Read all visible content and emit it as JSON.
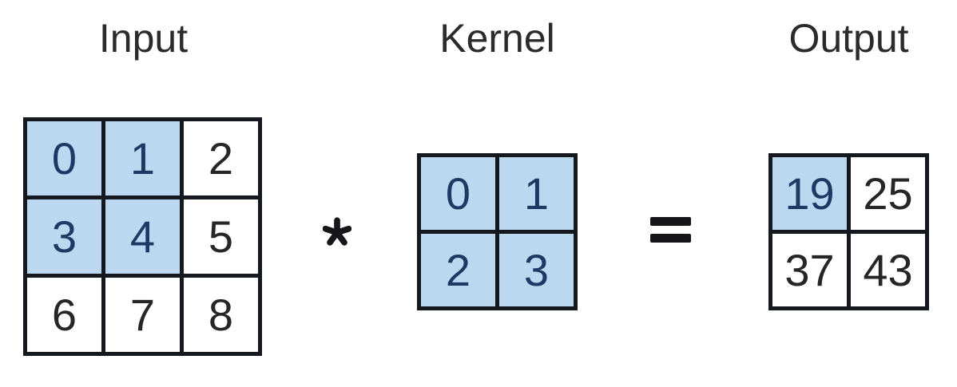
{
  "diagram": {
    "type": "convolution-example",
    "labels": {
      "input": "Input",
      "kernel": "Kernel",
      "output": "Output"
    },
    "operators": {
      "convolution": {
        "symbol": "*",
        "icon": "asterisk-operator-icon"
      },
      "equality": {
        "symbol": "=",
        "icon": "equals-operator-icon"
      }
    },
    "colors": {
      "background": "#ffffff",
      "grid_line": "#15181e",
      "cell_fill": "#ffffff",
      "highlight_fill": "#bcd8f0",
      "cell_text": "#262626",
      "highlight_text": "#1f3864",
      "title_text": "#2b2b2b",
      "operator_color": "#16161a"
    },
    "grids": {
      "input": {
        "rows": 3,
        "cols": 3,
        "cells": [
          {
            "value": "0",
            "highlighted": true
          },
          {
            "value": "1",
            "highlighted": true
          },
          {
            "value": "2",
            "highlighted": false
          },
          {
            "value": "3",
            "highlighted": true
          },
          {
            "value": "4",
            "highlighted": true
          },
          {
            "value": "5",
            "highlighted": false
          },
          {
            "value": "6",
            "highlighted": false
          },
          {
            "value": "7",
            "highlighted": false
          },
          {
            "value": "8",
            "highlighted": false
          }
        ]
      },
      "kernel": {
        "rows": 2,
        "cols": 2,
        "cells": [
          {
            "value": "0",
            "highlighted": true
          },
          {
            "value": "1",
            "highlighted": true
          },
          {
            "value": "2",
            "highlighted": true
          },
          {
            "value": "3",
            "highlighted": true
          }
        ]
      },
      "output": {
        "rows": 2,
        "cols": 2,
        "cells": [
          {
            "value": "19",
            "highlighted": true
          },
          {
            "value": "25",
            "highlighted": false
          },
          {
            "value": "37",
            "highlighted": false
          },
          {
            "value": "43",
            "highlighted": false
          }
        ]
      }
    }
  }
}
